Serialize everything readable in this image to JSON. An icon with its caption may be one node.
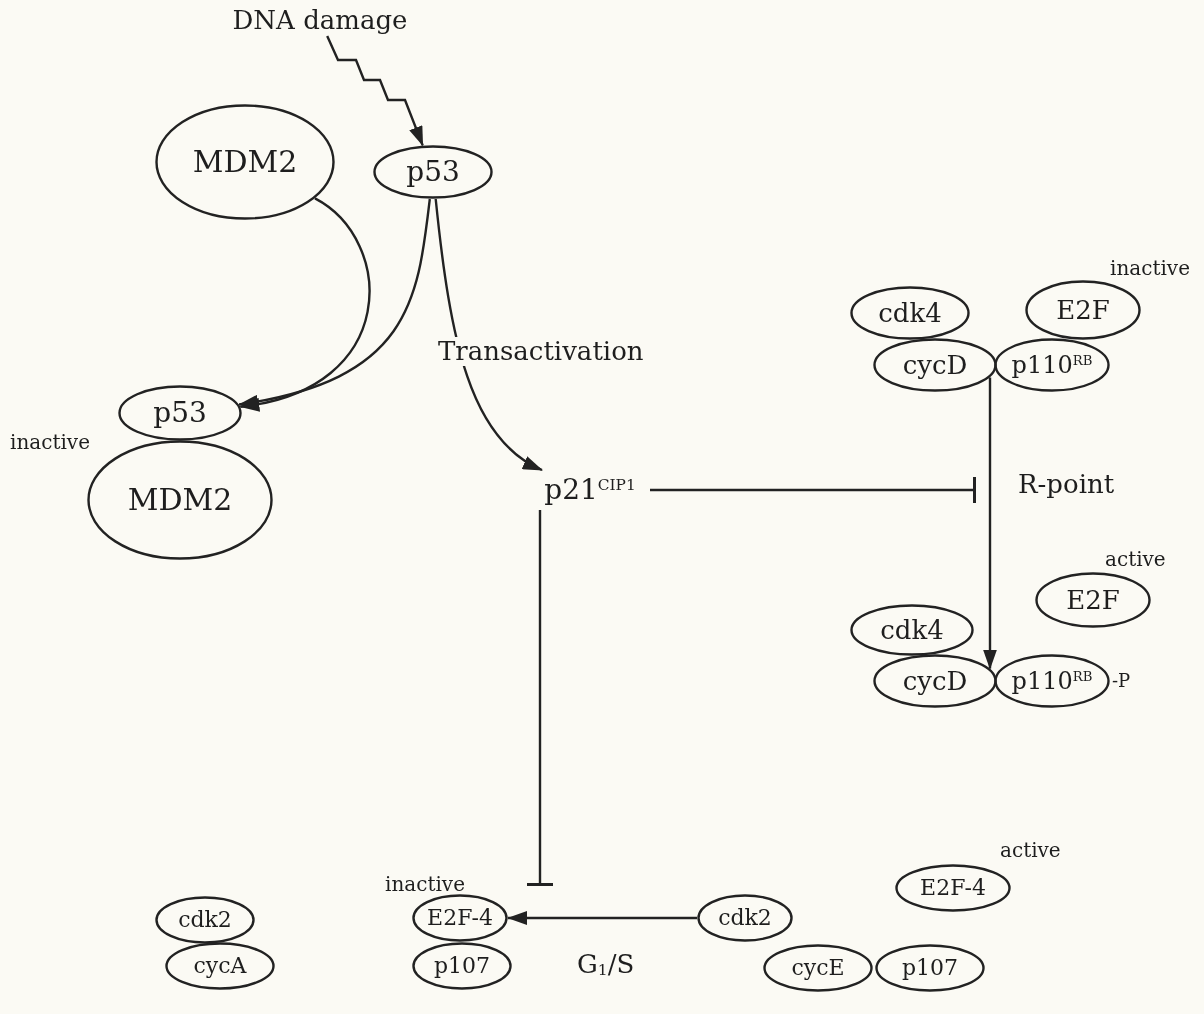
{
  "diagram": {
    "nodes": [
      {
        "text": [
          "DNA damage"
        ]
      },
      {
        "text": [
          "MDM2"
        ]
      },
      {
        "text": [
          "p53"
        ]
      },
      {
        "text": [
          "p53"
        ]
      },
      {
        "text": [
          "MDM2"
        ]
      },
      {
        "text": [
          "p21$^{CIP1}$"
        ]
      },
      {
        "text": [
          "cdk4"
        ]
      },
      {
        "text": [
          "E2F"
        ]
      },
      {
        "text": [
          "cycD"
        ]
      },
      {
        "text": [
          "p110$^{RB}$"
        ]
      },
      {
        "text": [
          "E2F"
        ]
      },
      {
        "text": [
          "cdk4"
        ]
      },
      {
        "text": [
          "cycD"
        ]
      },
      {
        "text": [
          "p110$^{RB}$"
        ],
        "beside": [
          "-P"
        ]
      },
      {
        "text": [
          "E2F-4"
        ]
      },
      {
        "text": [
          "cdk2"
        ]
      },
      {
        "text": [
          "E2F-4"
        ]
      },
      {
        "text": [
          "cdk2"
        ]
      },
      {
        "text": [
          "cycA"
        ]
      },
      {
        "text": [
          "p107"
        ]
      },
      {
        "text": [
          "cycE"
        ]
      },
      {
        "text": [
          "p107"
        ]
      }
    ],
    "edges": [
      {
        "from": 0,
        "to": 2,
        "arrow": "to"
      },
      {
        "from": 1,
        "to": 3,
        "arrow": "to"
      },
      {
        "from": 2,
        "to": 3,
        "arrow": "to"
      },
      {
        "from": 2,
        "to": 5,
        "arrow": "to",
        "label": "Transactivation"
      },
      {
        "from": 5,
        "to": null,
        "arrow": "other"
      },
      {
        "from": 8,
        "to": 12,
        "arrow": "to",
        "label": "R-point"
      },
      {
        "from": 5,
        "to": null,
        "arrow": "other"
      },
      {
        "from": 17,
        "to": 16,
        "arrow": "to",
        "label": "G$_{1}$/S"
      }
    ],
    "labels": [
      "inactive",
      "inactive",
      "active",
      "active",
      "inactive"
    ]
  }
}
